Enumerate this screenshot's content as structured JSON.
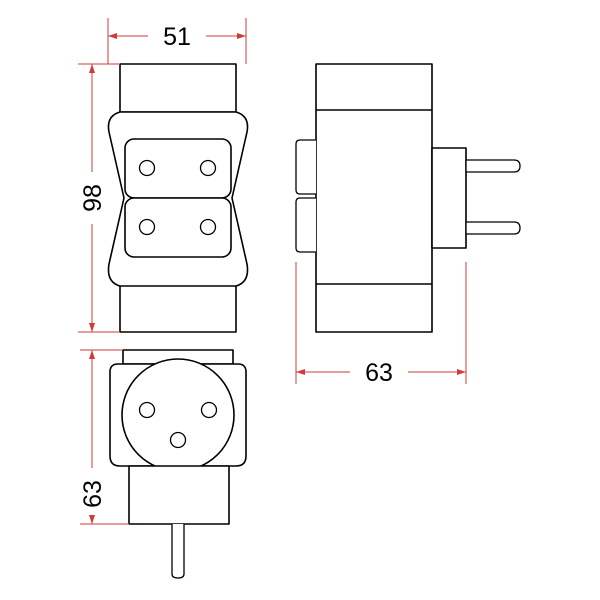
{
  "dimensions": {
    "top_width": "51",
    "front_height": "98",
    "side_length": "63",
    "bottom_height": "63"
  },
  "colors": {
    "outline": "#000000",
    "dimension_line": "#d23a3a",
    "background": "#ffffff"
  }
}
